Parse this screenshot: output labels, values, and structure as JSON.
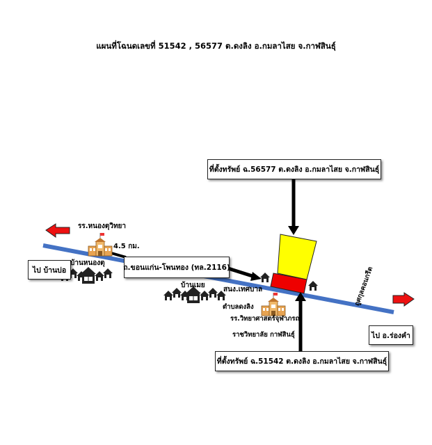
{
  "title": "แผนที่โฉนดเลขที่  51542 , 56577 ต.ดงลิง อ.กมลาไสย จ.กาฬสินธุ์",
  "callouts": {
    "property_top": "ที่ตั้งทรัพย์ ฉ.56577 ต.ดงลิง อ.กมลาไสย จ.กาฬสินธุ์",
    "property_bottom": "ที่ตั้งทรัพย์ ฉ.51542 ต.ดงลิง อ.กมลาไสย จ.กาฬสินธุ์",
    "road_name": "ถ.ขอนแก่น-โพนทอง (ทล.2116)",
    "to_left": "ไป บ้านบ่อ",
    "to_right": "ไป อ.ร่องคำ"
  },
  "labels": {
    "school_left": "รร.หนองตุวิทยา",
    "distance": "4.5 กม.",
    "village_left": "บ้านหนองตุ",
    "village_mid": "บ้านเมย",
    "health_office": "สนง.เทศบาล",
    "subdistrict": "ตำบลดงลิง",
    "school_right": "รร.วิทยาศาสตร์จุฬาภรณ",
    "college": "ราชวิทยาลัย กาฬสินธุ์",
    "side_road": "ถูศกุลคอนกรีต"
  },
  "colors": {
    "road": "#4472c4",
    "arrow_direction": "#ee1111",
    "plot_top": "#ffff00",
    "plot_bottom": "#ee0000",
    "pointer": "#000000",
    "building": "#e8a452"
  },
  "icons": {
    "school": "school-building-icon",
    "village": "house-cluster-icon",
    "house": "house-icon",
    "direction": "red-arrow-icon"
  }
}
